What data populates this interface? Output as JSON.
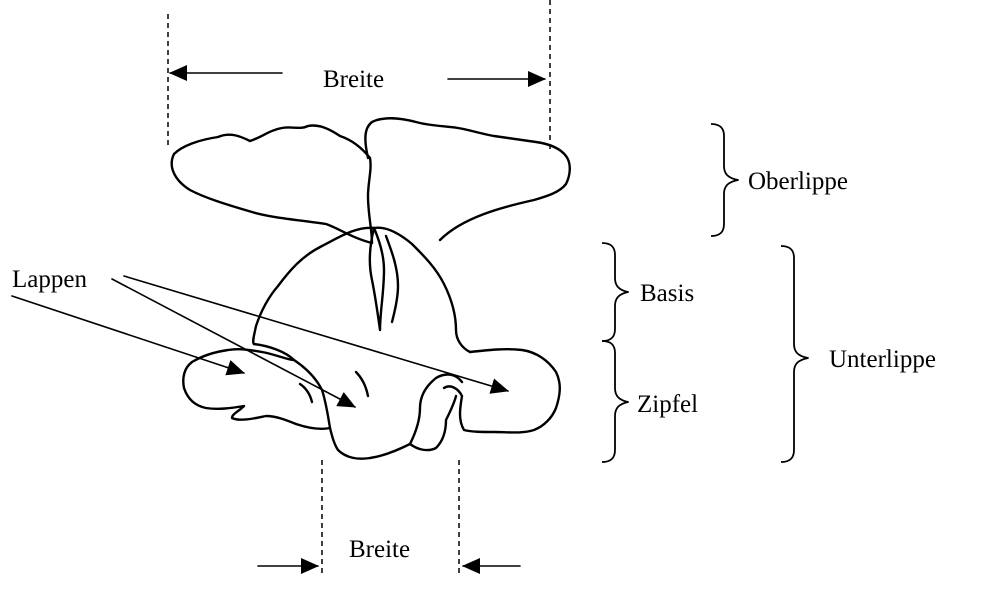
{
  "labels": {
    "width_top": "Breite",
    "width_bottom": "Breite",
    "upper_lip": "Oberlippe",
    "base": "Basis",
    "lobe_tip": "Zipfel",
    "lower_lip": "Unterlippe",
    "lobes": "Lappen"
  },
  "colors": {
    "ink": "#000000",
    "background": "#ffffff"
  }
}
